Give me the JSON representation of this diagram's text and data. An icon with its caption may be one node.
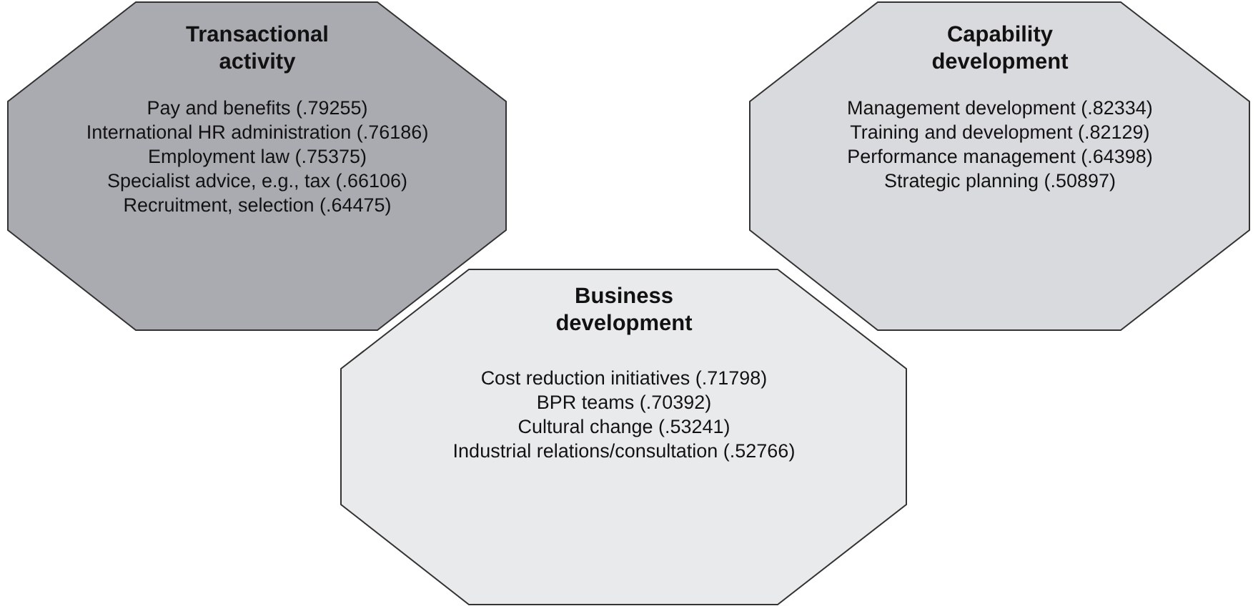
{
  "diagram": {
    "nodes": [
      {
        "text": [
          "Transactional activity",
          "Pay and benefits (.79255)",
          "International HR administration (.76186)",
          "Employment law (.75375)",
          "Specialist advice, e.g., tax (.66106)",
          "Recruitment, selection (.64475)"
        ]
      },
      {
        "text": [
          "Capability development",
          "Management development (.82334)",
          "Training and development (.82129)",
          "Performance management (.64398)",
          "Strategic planning (.50897)"
        ]
      },
      {
        "text": [
          "Business development",
          "Cost reduction initiatives (.71798)",
          "BPR teams (.70392)",
          "Cultural change (.53241)",
          "Industrial relations/consultation (.52766)"
        ]
      }
    ]
  }
}
